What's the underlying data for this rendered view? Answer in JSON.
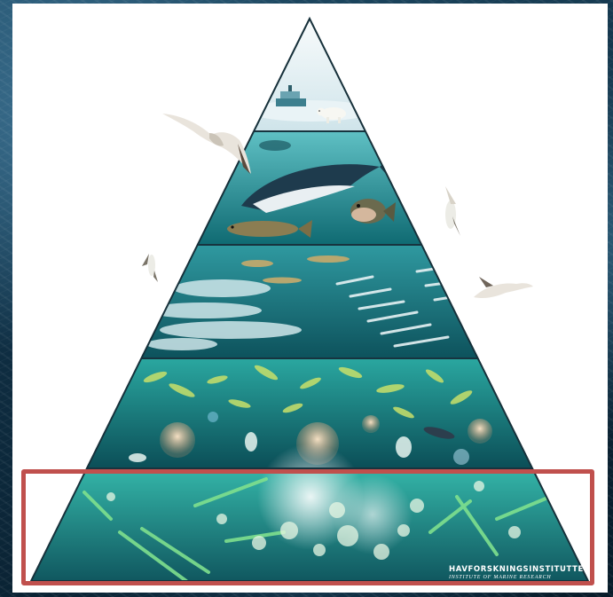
{
  "image": {
    "subject": "marine food pyramid",
    "tiers": [
      {
        "id": "apex",
        "contents": "ship, polar bear, sea ice"
      },
      {
        "id": "large-animals",
        "contents": "minke whale, seal, cod"
      },
      {
        "id": "fish",
        "contents": "schools of herring, capelin"
      },
      {
        "id": "zooplankton",
        "contents": "krill, copepods, jellyfish"
      },
      {
        "id": "phytoplankton",
        "contents": "diatom chains, algae"
      }
    ],
    "highlighted_tier": "phytoplankton",
    "colors": {
      "highlight_border": "#c0504d",
      "panel_background": "#ffffff",
      "ocean_dark": "#0f5a66",
      "ocean_light": "#3fb8b3",
      "plankton_green": "#7fe08e"
    }
  },
  "logo": {
    "name": "HAVFORSKNINGSINSTITUTTET",
    "subtitle": "INSTITUTE OF MARINE RESEARCH"
  }
}
